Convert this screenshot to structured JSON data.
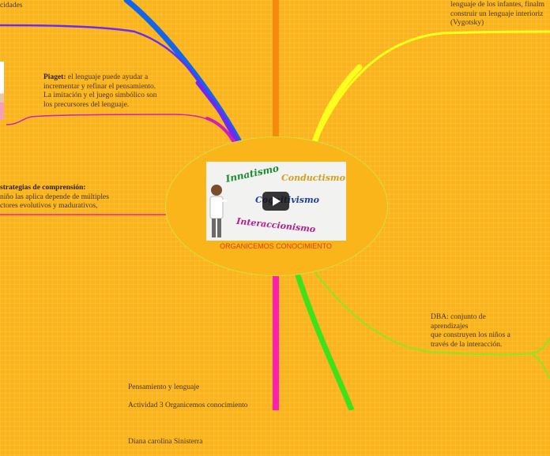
{
  "colors": {
    "background": "#fbb41b",
    "central_border": "#d2e23a",
    "title": "#e23b12",
    "branch_blue": "#1466e8",
    "branch_violet": "#6a2cf0",
    "branch_magenta": "#d01fb7",
    "branch_orange": "#f58a0c",
    "branch_yellow": "#ffff1e",
    "branch_green": "#3fe21a",
    "branch_pink": "#ff1f8a"
  },
  "central": {
    "title": "ORGANICEMOS CONOCIMIENTO",
    "thumb_words": [
      "Innatismo",
      "Conductismo",
      "Cognitivismo",
      "Interaccionismo"
    ]
  },
  "notes": {
    "top_left": "cidades",
    "piaget_label": "Piaget:",
    "piaget_text": " el lenguaje puede ayudar a\nincrementar y refinar el pensamiento.\nLa imitación y el juego simbólico son\nlos precursores del lenguaje.",
    "strategies_label": "strategias de comprensión:",
    "strategies_text": "\n niño las aplica depende de múltiples\nctores evolutivos y madurativos,",
    "vygotsky_text": "lenguaje de los infantes, finalm\nconstruir un lenguaje interioriz\n(Vygotsky)",
    "dba_text": "DBA: conjunto de\naprendizajes\nque construyen los niños a\ntravés de la interacción.",
    "footer_line1": "Pensamiento y lenguaje",
    "footer_line2": "Actividad 3 Organicemos conocimiento",
    "footer_line3": "Diana carolina Sinisterra"
  }
}
